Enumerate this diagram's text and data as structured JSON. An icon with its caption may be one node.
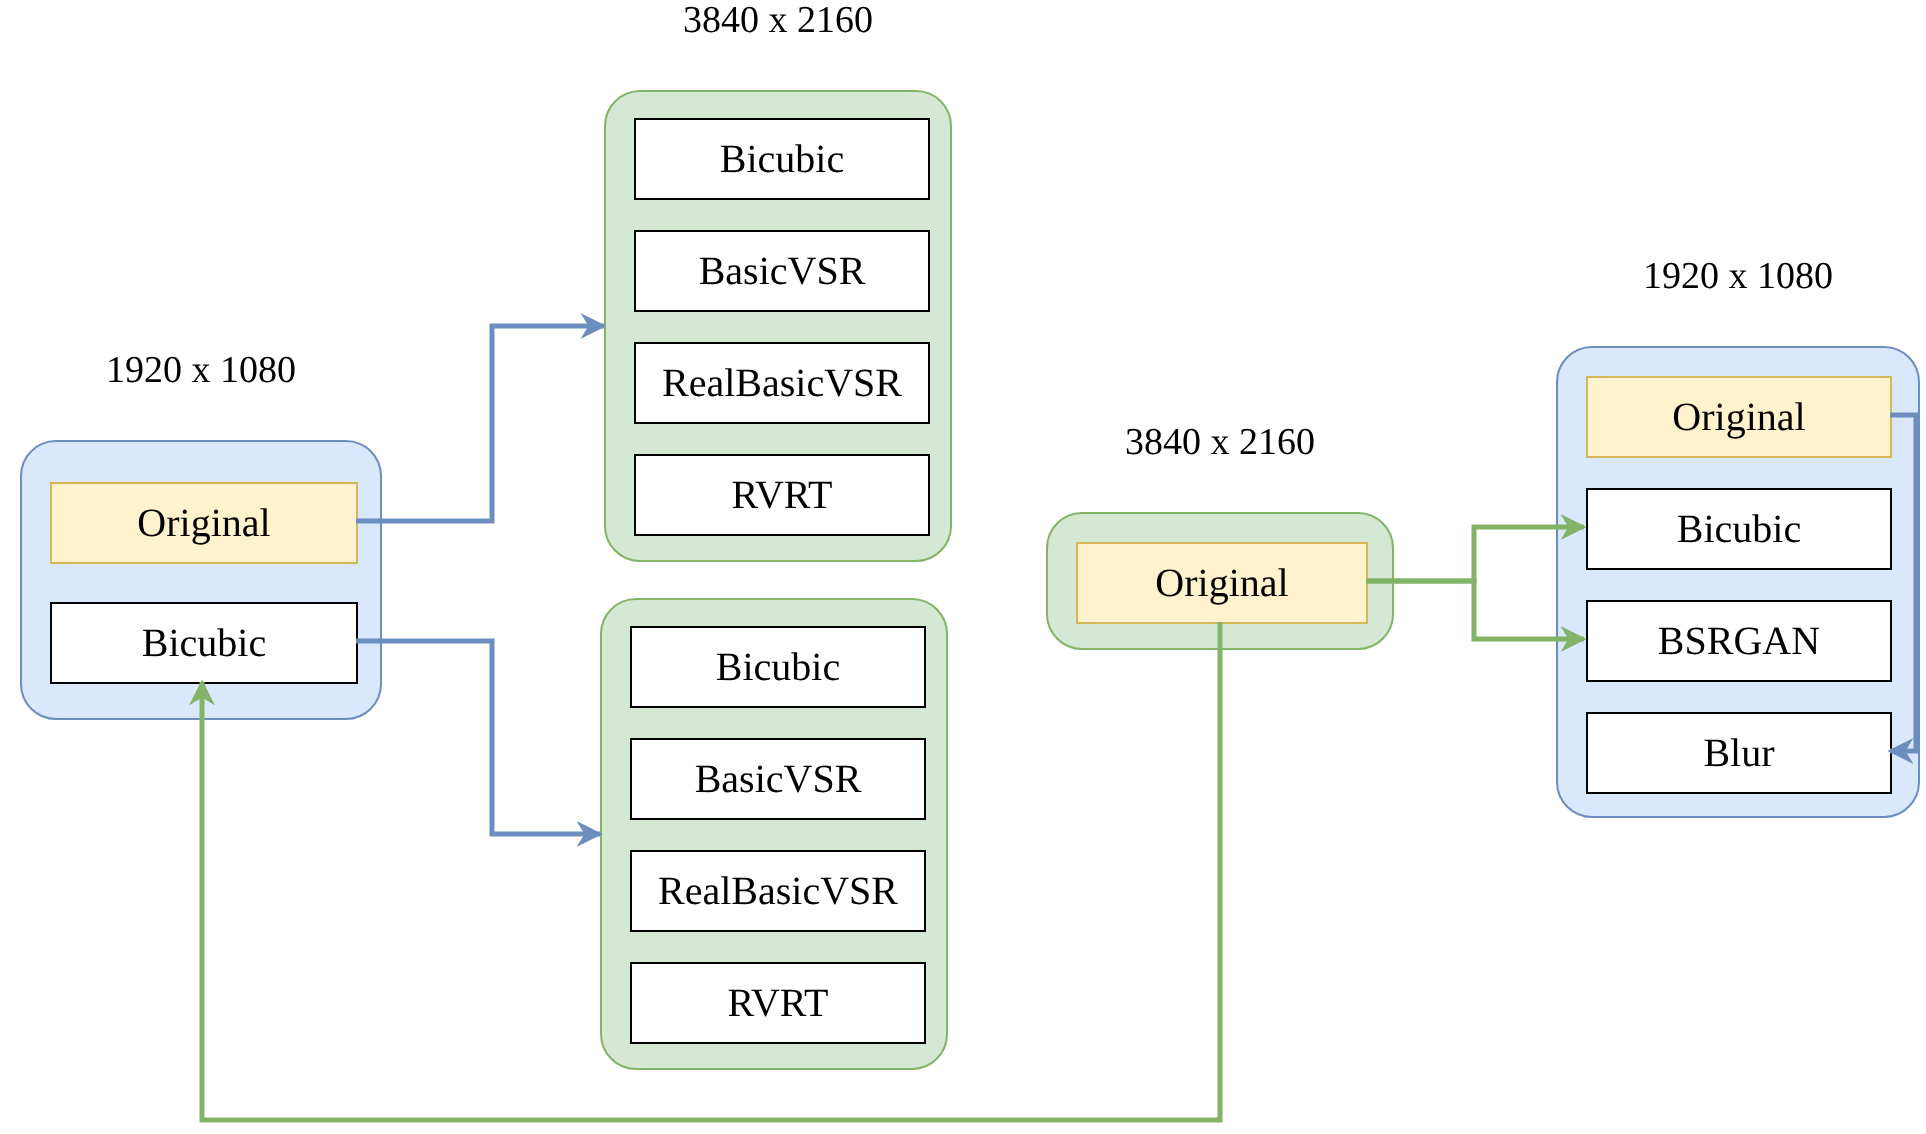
{
  "diagram": {
    "nodes": [
      {
        "text": [],
        "shape": "box",
        "beside": [
          "1920 x 1080"
        ]
      },
      {
        "text": [
          "Original"
        ],
        "in": 0
      },
      {
        "text": [
          "Bicubic"
        ],
        "in": 0
      },
      {
        "text": [],
        "shape": "box",
        "beside": [
          "3840 x 2160"
        ]
      },
      {
        "text": [
          "Bicubic"
        ],
        "in": 3
      },
      {
        "text": [
          "BasicVSR"
        ],
        "in": 3
      },
      {
        "text": [
          "RealBasicVSR"
        ],
        "in": 3
      },
      {
        "text": [
          "RVRT"
        ],
        "in": 3
      },
      {
        "text": [],
        "shape": "box"
      },
      {
        "text": [
          "Bicubic"
        ],
        "in": 8
      },
      {
        "text": [
          "BasicVSR"
        ],
        "in": 8
      },
      {
        "text": [
          "RealBasicVSR"
        ],
        "in": 8
      },
      {
        "text": [
          "RVRT"
        ],
        "in": 8
      },
      {
        "text": [],
        "shape": "box",
        "beside": [
          "3840 x 2160"
        ]
      },
      {
        "text": [
          "Original"
        ],
        "in": 13
      },
      {
        "text": [],
        "shape": "box",
        "beside": [
          "1920 x 1080"
        ]
      },
      {
        "text": [
          "Original"
        ],
        "in": 15
      },
      {
        "text": [
          "Bicubic"
        ],
        "in": 15
      },
      {
        "text": [
          "BSRGAN"
        ],
        "in": 15
      },
      {
        "text": [
          "Blur"
        ],
        "in": 15
      }
    ],
    "edges": [
      {
        "from": 1,
        "to": 3,
        "arrow": "to",
        "color": "#6c8ebf"
      },
      {
        "from": 2,
        "to": 8,
        "arrow": "to",
        "color": "#6c8ebf"
      },
      {
        "from": 14,
        "to": 2,
        "arrow": "to",
        "color": "#82b366"
      },
      {
        "from": 14,
        "to": 17,
        "arrow": "to",
        "color": "#82b366"
      },
      {
        "from": 14,
        "to": 18,
        "arrow": "to",
        "color": "#82b366"
      },
      {
        "from": 16,
        "to": 19,
        "arrow": "to",
        "color": "#6c8ebf"
      }
    ]
  }
}
